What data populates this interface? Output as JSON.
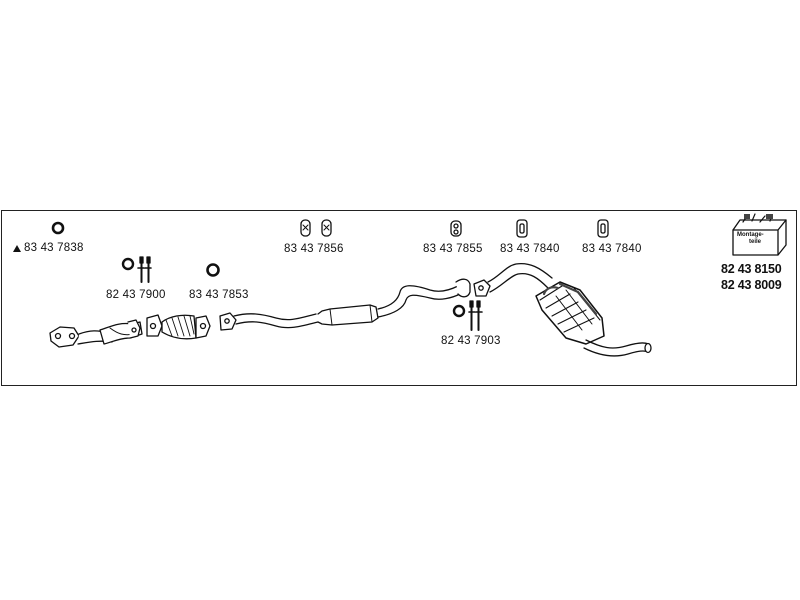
{
  "part_labels": [
    "83 43 7838",
    "82 43 7900",
    "83 43 7853",
    "83 43 7856",
    "83 43 7855",
    "83 43 7840",
    "83 43 7840",
    "82 43 7903"
  ],
  "kit_labels": [
    "82 43 8150",
    "82 43 8009"
  ],
  "kit_box_text": [
    "Montage-",
    "teile"
  ],
  "colors": {
    "line": "#111111",
    "fill": "#ffffff",
    "shade": "#444444"
  }
}
